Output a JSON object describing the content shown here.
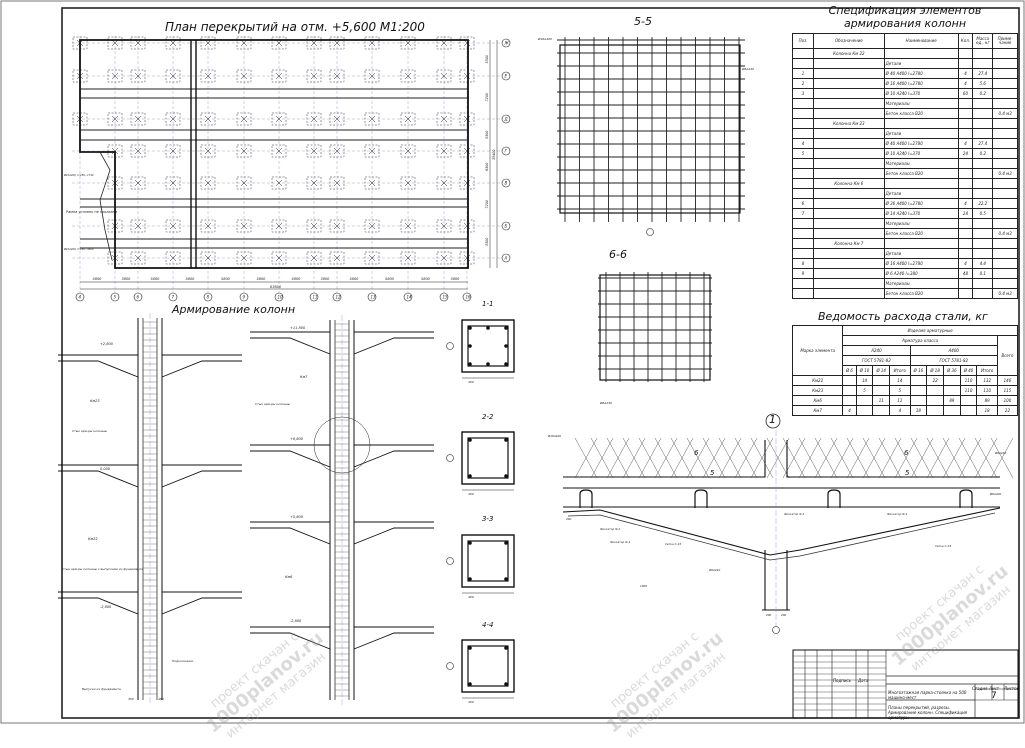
{
  "titles": {
    "plan": "План перекрытий на отм. +5,600 М1:200",
    "column_reinforcement": "Армирование колонн",
    "section_5": "5-5",
    "section_6": "6-6",
    "section_1": "1-1",
    "section_2": "2-2",
    "section_3": "3-3",
    "section_4": "4-4",
    "node_1": "1",
    "spec": "Спецификация элементов армирования колонн",
    "steel": "Ведомость расхода стали, кг"
  },
  "plan": {
    "axes_bottom": [
      "4",
      "5",
      "6",
      "7",
      "8",
      "9",
      "10",
      "11",
      "12",
      "13",
      "14",
      "15",
      "16"
    ],
    "spans": [
      "5800",
      "3800",
      "5800",
      "5800",
      "5800",
      "5800",
      "5800",
      "3800",
      "5800",
      "5800",
      "5800",
      "3800"
    ],
    "total": "63600",
    "axes_right": [
      "Ж",
      "Е",
      "Д",
      "Г",
      "В",
      "Б",
      "А"
    ],
    "right_dims": [
      "5300",
      "7200",
      "5300",
      "6300",
      "7200",
      "5300"
    ],
    "right_total": "35400",
    "notes": [
      "Рампа условно не показана",
      "Ø10A400, l=250...1740",
      "Ø10A400, l=250...4300"
    ]
  },
  "elevations": {
    "left_levels": [
      "+2,800",
      "0,000",
      "-2,800"
    ],
    "left_labels": [
      "Км23",
      "Стык арм-ры колонны",
      "Км22",
      "Стык арм-ры колонны с выпусками из фундамента",
      "Выпуски из фундамента",
      "Подколонник"
    ],
    "right_levels": [
      "+11,800",
      "+8,800",
      "+5,800",
      "-2,800"
    ],
    "right_labels": [
      "Км7",
      "Стык арм-ры колонны",
      "Км6"
    ],
    "dims": [
      "450",
      "450",
      "400"
    ]
  },
  "detail": {
    "labels": [
      "Фиксатор Ф-1",
      "Фиксатор Ф-1",
      "Фиксатор Ф-1",
      "Фиксатор Ф-1",
      "Сетка С-15",
      "Сетка С-15",
      "Ø6A240",
      "Ø6A240",
      "Ø16A400",
      "Ø6A400"
    ],
    "dims": [
      "1000",
      "200",
      "200",
      "200"
    ],
    "cut_labels": [
      "6",
      "6",
      "5",
      "5"
    ]
  },
  "spec_table": {
    "headers": [
      "Поз.",
      "Обозначение",
      "Наименование",
      "Кол.",
      "Масса ед., кг",
      "Приме- чание"
    ],
    "rows": [
      [
        "",
        "Колонна Км 22",
        "",
        "",
        "",
        ""
      ],
      [
        "",
        "",
        "Детали",
        "",
        "",
        ""
      ],
      [
        "1",
        "",
        "Ø 40 A400 l=2780",
        "4",
        "27.4",
        ""
      ],
      [
        "2",
        "",
        "Ø 16 A400 l=2780",
        "4",
        "5.6",
        ""
      ],
      [
        "3",
        "",
        "Ø 10 A240 l=370",
        "60",
        "0.2",
        ""
      ],
      [
        "",
        "",
        "Материалы",
        "",
        "",
        ""
      ],
      [
        "",
        "",
        "Бетон класса В20",
        "",
        "",
        "0.4 м3"
      ],
      [
        "",
        "Колонна Км 23",
        "",
        "",
        "",
        ""
      ],
      [
        "",
        "",
        "Детали",
        "",
        "",
        ""
      ],
      [
        "4",
        "",
        "Ø 40 A400 l=2780",
        "4",
        "27.4",
        ""
      ],
      [
        "5",
        "",
        "Ø 10 A240 l=370",
        "24",
        "0.2",
        ""
      ],
      [
        "",
        "",
        "Материалы",
        "",
        "",
        ""
      ],
      [
        "",
        "",
        "Бетон класса В20",
        "",
        "",
        "0.4 м3"
      ],
      [
        "",
        "Колонна Км 6",
        "",
        "",
        "",
        ""
      ],
      [
        "",
        "",
        "Детали",
        "",
        "",
        ""
      ],
      [
        "6",
        "",
        "Ø 36 A400 l=2780",
        "4",
        "22.2",
        ""
      ],
      [
        "7",
        "",
        "Ø 14 A240 l=370",
        "24",
        "0.5",
        ""
      ],
      [
        "",
        "",
        "Материалы",
        "",
        "",
        ""
      ],
      [
        "",
        "",
        "Бетон класса В20",
        "",
        "",
        "0.4 м3"
      ],
      [
        "",
        "Колонна Км 7",
        "",
        "",
        "",
        ""
      ],
      [
        "",
        "",
        "Детали",
        "",
        "",
        ""
      ],
      [
        "8",
        "",
        "Ø 16 A400 l=2780",
        "4",
        "4.4",
        ""
      ],
      [
        "9",
        "",
        "Ø 6 A240 l=380",
        "48",
        "0.1",
        ""
      ],
      [
        "",
        "",
        "Материалы",
        "",
        "",
        ""
      ],
      [
        "",
        "",
        "Бетон класса В20",
        "",
        "",
        "0.4 м3"
      ]
    ]
  },
  "steel_table": {
    "mark_header": "Марка элемента",
    "group_header": "Изделия арматурные",
    "class_header": "Арматура класса",
    "class_a240": "A240",
    "class_a400": "A400",
    "gost": "ГОСТ 5781-82",
    "total_header": "Всего",
    "sub_a240": [
      "Ø 6",
      "Ø 10",
      "Ø 14",
      "Итого"
    ],
    "sub_a400": [
      "Ø 16",
      "Ø 18",
      "Ø 36",
      "Ø 40",
      "Итого"
    ],
    "rows": [
      [
        "Км22",
        "",
        "14",
        "",
        "14",
        "",
        "22",
        "",
        "110",
        "132",
        "146"
      ],
      [
        "Км23",
        "",
        "5",
        "",
        "5",
        "",
        "",
        "",
        "110",
        "110",
        "115"
      ],
      [
        "Км6",
        "",
        "",
        "11",
        "11",
        "",
        "",
        "89",
        "",
        "89",
        "100"
      ],
      [
        "Км7",
        "4",
        "",
        "",
        "4",
        "18",
        "",
        "",
        "",
        "18",
        "22"
      ]
    ]
  },
  "title_block": {
    "sign": "Подпись",
    "date": "Дата",
    "project": "Многоэтажная парка-стоянка на 500 машино-мест",
    "sheet_content": "Планы перекрытий, разрезы. Армирование колонн. Спецификация арматуры",
    "stage_label": "Стадия",
    "sheet_label": "Лист",
    "sheets_label": "Листов",
    "sheet_number": "7"
  },
  "watermark": {
    "line1": "проект скачан с",
    "line2": "1000planov.ru",
    "line3": "интернет магазин"
  }
}
